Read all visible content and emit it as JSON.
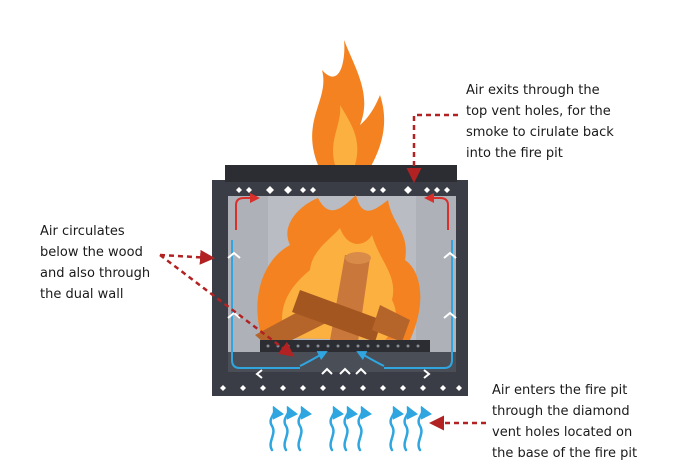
{
  "annotations": {
    "top": "Air exits through the\ntop vent holes, for the\nsmoke to cirulate back\ninto the fire pit",
    "left": "Air circulates\nbelow the wood\nand also through\nthe dual wall",
    "bottom": "Air enters the fire pit\nthrough the diamond\nvent holes located on\nthe base of the fire pit"
  },
  "colors": {
    "pit_body": "#3a3d45",
    "pit_interior": "#b9bcc2",
    "lid": "#2b2d33",
    "flame_outer": "#f58220",
    "flame_inner": "#fbb040",
    "wood": "#b5652a",
    "air_in": "#2fa6e0",
    "hot_air": "#d9302c",
    "leader_line": "#b22222"
  },
  "icons": [
    "flame-icon",
    "wood-log-icon",
    "diamond-vent-icon",
    "air-wave-icon",
    "chevron-icon"
  ]
}
